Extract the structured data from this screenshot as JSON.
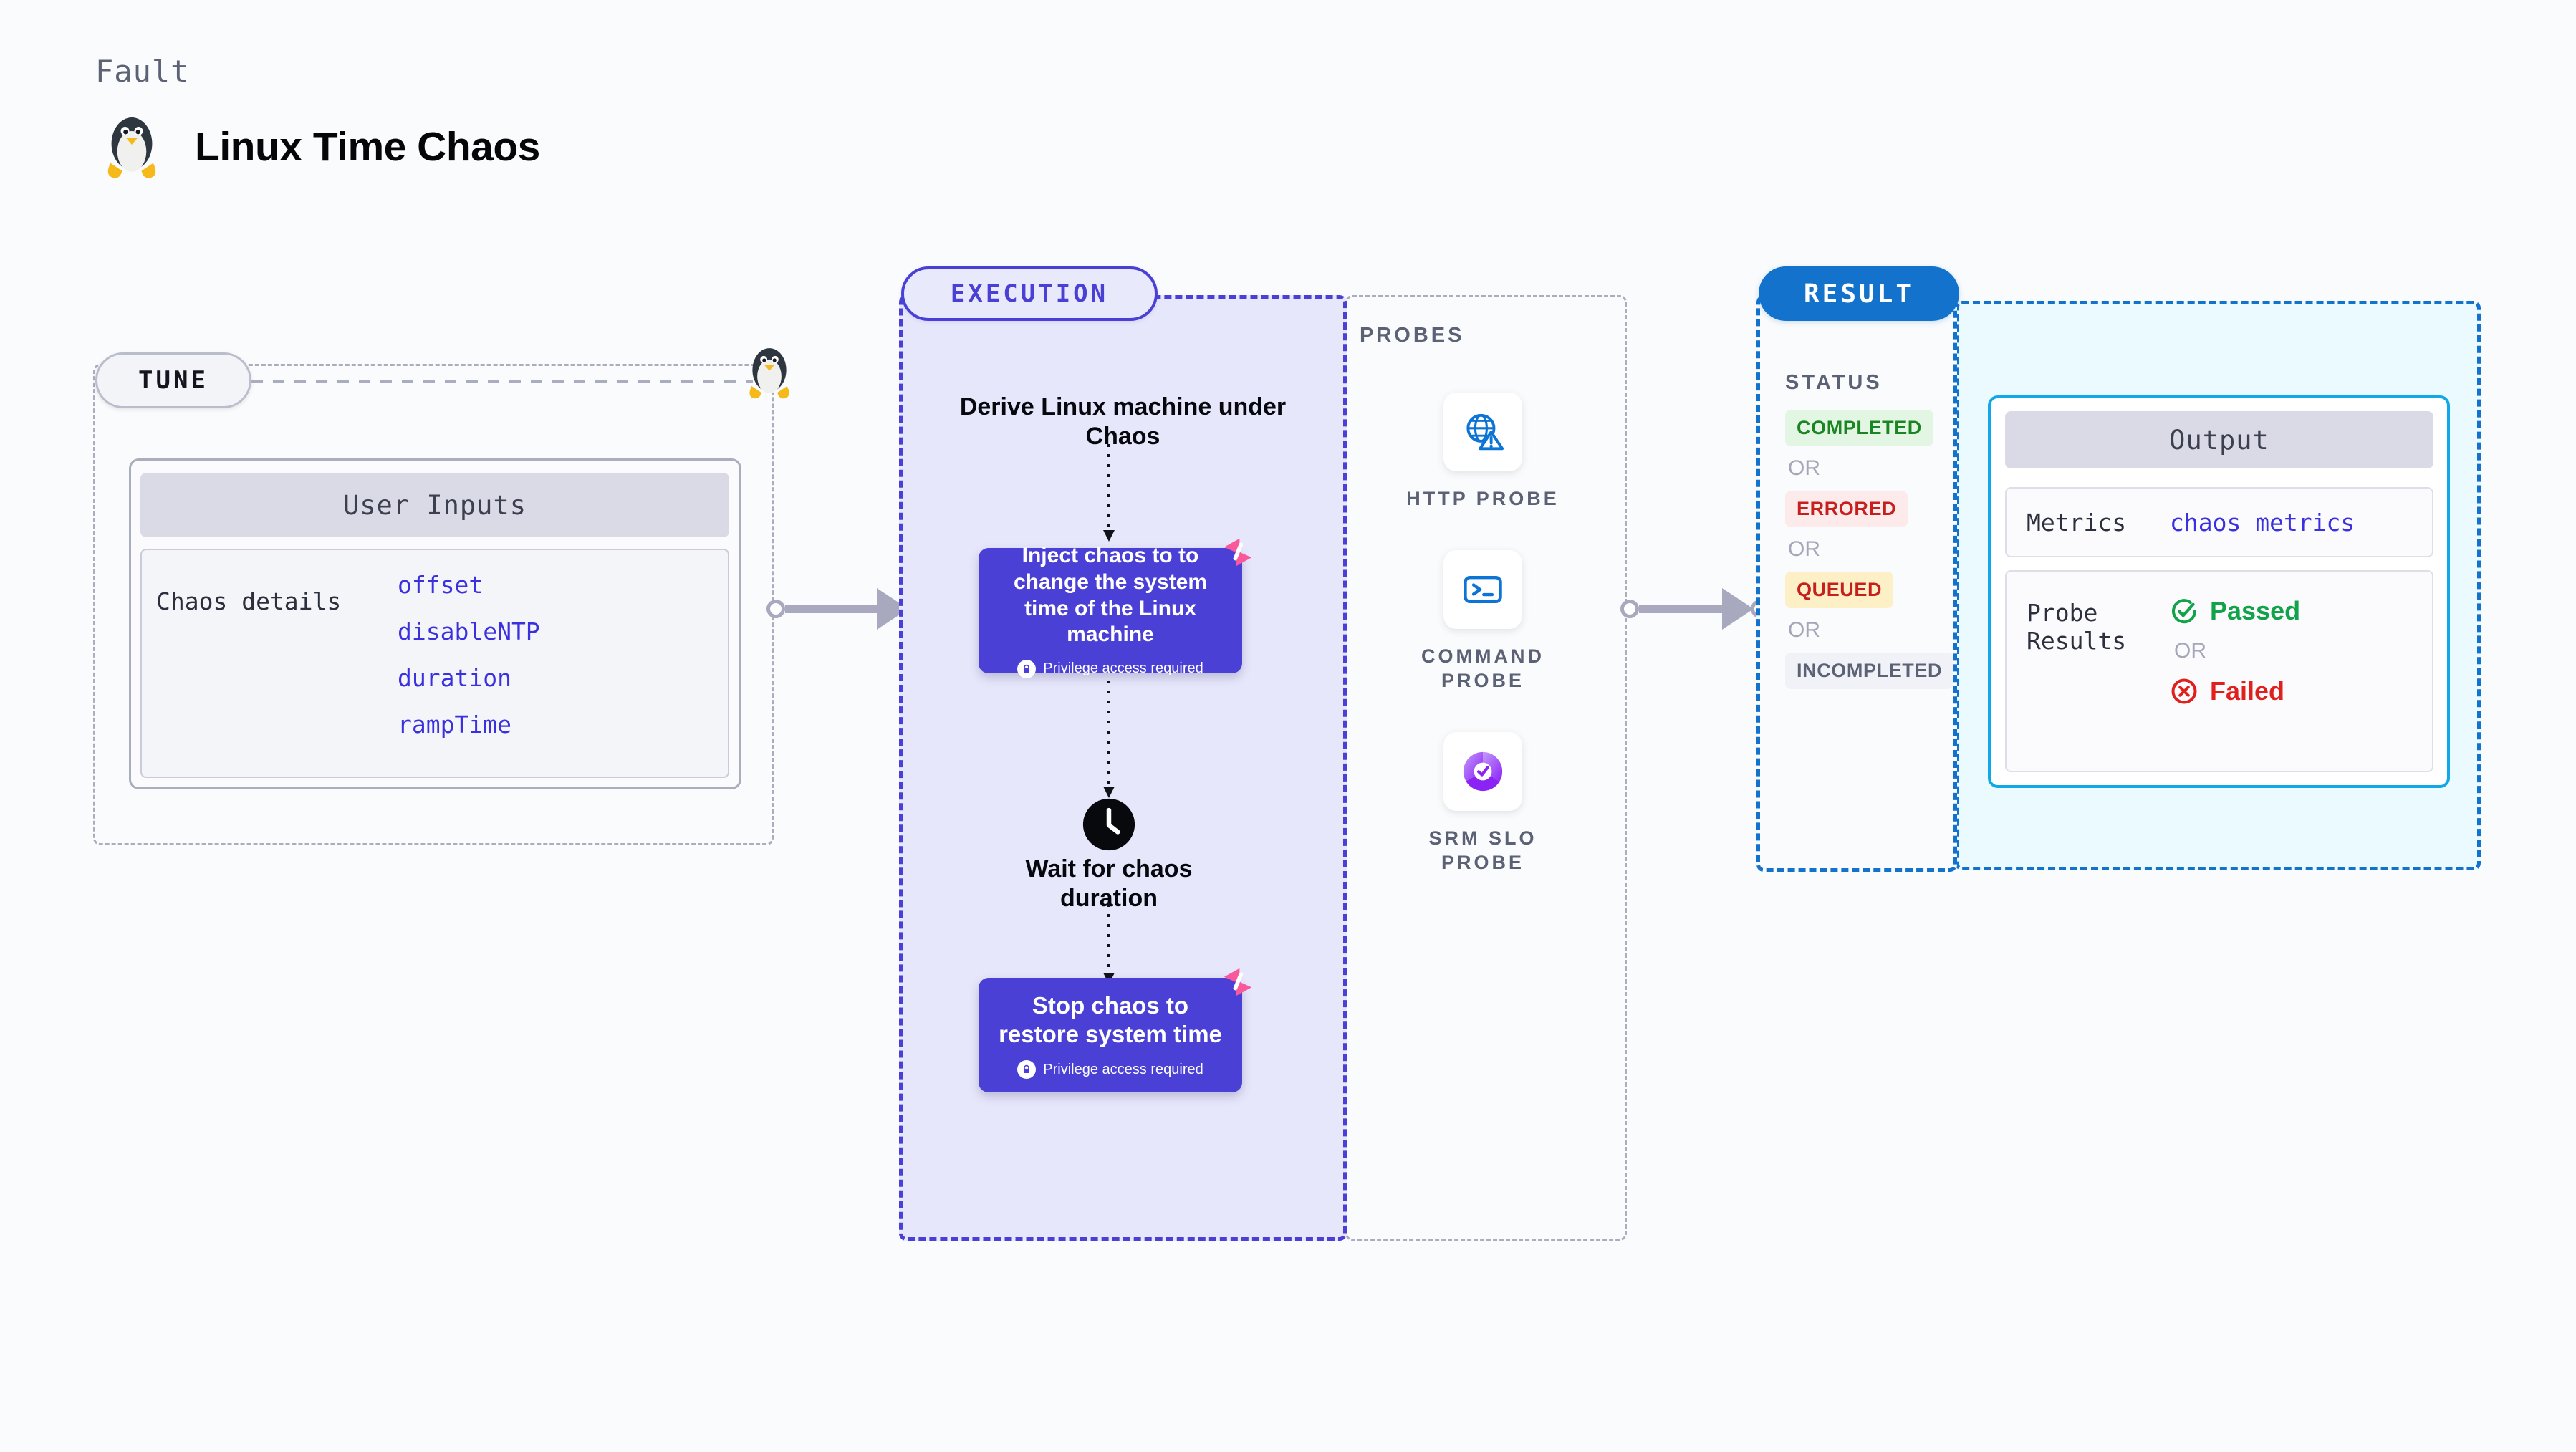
{
  "header": {
    "kicker": "Fault",
    "title": "Linux Time Chaos",
    "icon": "linux-penguin-icon"
  },
  "tune": {
    "pill_label": "TUNE",
    "user_inputs_title": "User Inputs",
    "chaos_details_label": "Chaos details",
    "parameters": [
      "offset",
      "disableNTP",
      "duration",
      "rampTime"
    ]
  },
  "execution": {
    "pill_label": "EXECUTION",
    "steps": [
      {
        "type": "title",
        "text": "Derive Linux machine under Chaos"
      },
      {
        "type": "card",
        "text": "Inject chaos to to change the system time of the Linux machine",
        "note": "Privilege access required",
        "badge": "harness-logo-icon",
        "lock": "lock-icon"
      },
      {
        "type": "wait",
        "icon": "clock-icon",
        "text": "Wait for chaos duration"
      },
      {
        "type": "card",
        "text": "Stop chaos to restore system time",
        "note": "Privilege access required",
        "badge": "harness-logo-icon",
        "lock": "lock-icon"
      }
    ]
  },
  "probes": {
    "label": "PROBES",
    "items": [
      {
        "label": "HTTP PROBE",
        "icon": "globe-warning-icon"
      },
      {
        "label": "COMMAND PROBE",
        "icon": "terminal-prompt-icon"
      },
      {
        "label": "SRM SLO PROBE",
        "icon": "slo-donut-check-icon"
      }
    ]
  },
  "result": {
    "pill_label": "RESULT",
    "status_label": "STATUS",
    "or_label": "OR",
    "statuses": [
      {
        "label": "COMPLETED",
        "variant": "completed"
      },
      {
        "label": "ERRORED",
        "variant": "errored"
      },
      {
        "label": "QUEUED",
        "variant": "queued"
      },
      {
        "label": "INCOMPLETED",
        "variant": "incompleted"
      }
    ]
  },
  "output": {
    "title": "Output",
    "metrics_label": "Metrics",
    "metrics_value": "chaos metrics",
    "probe_results_label_line1": "Probe",
    "probe_results_label_line2": "Results",
    "passed_label": "Passed",
    "failed_label": "Failed",
    "or_label": "OR"
  },
  "colors": {
    "background": "#fafbfc",
    "execution_accent": "#4b40d6",
    "execution_fill": "#e7e7fb",
    "result_accent": "#1272cc",
    "output_fill": "#eafaff",
    "output_border": "#11a8e8",
    "harness_pink": "#f9599a",
    "passed_green": "#11a24a",
    "failed_red": "#e0201c",
    "connector_gray": "#a8a9bf",
    "muted_text": "#5c6275",
    "param_blue": "#3b30df"
  }
}
